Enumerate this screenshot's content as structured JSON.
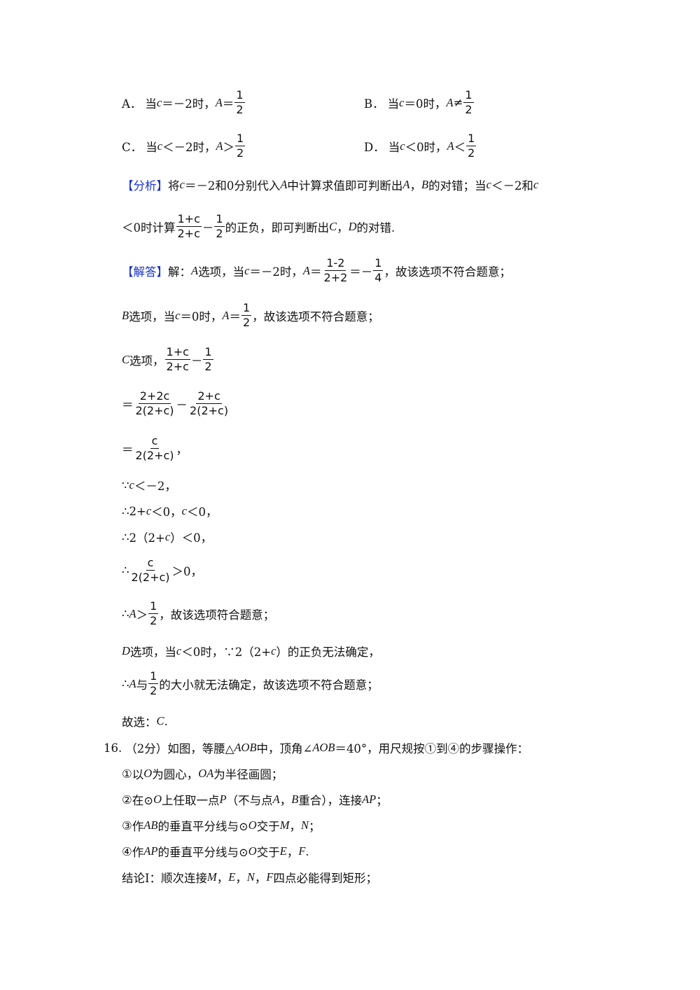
{
  "options": {
    "A": {
      "label": "A．",
      "pre": "当",
      "var": "c",
      "cond": "＝－2时，",
      "lhs": "A",
      "rel": "＝",
      "num": "1",
      "den": "2"
    },
    "B": {
      "label": "B．",
      "pre": "当",
      "var": "c",
      "cond": "＝0时，",
      "lhs": "A",
      "rel": "≠",
      "num": "1",
      "den": "2"
    },
    "C": {
      "label": "C．",
      "pre": "当",
      "var": "c",
      "cond": "＜－2时，",
      "lhs": "A",
      "rel": "＞",
      "num": "1",
      "den": "2"
    },
    "D": {
      "label": "D．",
      "pre": "当",
      "var": "c",
      "cond": "＜0时，",
      "lhs": "A",
      "rel": "＜",
      "num": "1",
      "den": "2"
    }
  },
  "analysis": {
    "tag": "【分析】",
    "line1": {
      "t1": "将",
      "v1": "c",
      "t2": "＝－2和0分别代入",
      "v2": "A",
      "t3": "中计算求值即可判断出",
      "v3": "A",
      "t4": "，",
      "v4": "B",
      "t5": "的对错；当",
      "v5": "c",
      "t6": "＜－2和",
      "v6": "c"
    },
    "line2": {
      "t1": "＜0时计算",
      "f1_num": "1+c",
      "f1_den": "2+c",
      "minus": "－",
      "f2_num": "1",
      "f2_den": "2",
      "t2": "的正负，即可判断出",
      "v1": "C",
      "t3": "，",
      "v2": "D",
      "t4": "的对错."
    }
  },
  "solution": {
    "tag": "【解答】",
    "lineA": {
      "t1": "解：",
      "v1": "A",
      "t2": "选项，当",
      "v2": "c",
      "t3": "＝－2时，",
      "v3": "A",
      "t4": "＝",
      "f1_num": "1-2",
      "f1_den": "2+2",
      "t5": "＝－",
      "f2_num": "1",
      "f2_den": "4",
      "t6": "，故该选项不符合题意；"
    },
    "lineB": {
      "v1": "B",
      "t1": "选项，当",
      "v2": "c",
      "t2": "＝0时，",
      "v3": "A",
      "t3": "＝",
      "f_num": "1",
      "f_den": "2",
      "t4": "，故该选项不符合题意；"
    },
    "lineC1": {
      "v1": "C",
      "t1": "选项，",
      "f1_num": "1+c",
      "f1_den": "2+c",
      "minus": "－",
      "f2_num": "1",
      "f2_den": "2"
    },
    "lineC2": {
      "eq": "＝",
      "f1_num": "2+2c",
      "f1_den": "2(2+c)",
      "minus": "－",
      "f2_num": "2+c",
      "f2_den": "2(2+c)"
    },
    "lineC3": {
      "eq": "＝",
      "f_num": "c",
      "f_den": "2(2+c)",
      "t1": "，"
    },
    "lineC4": {
      "sym": "∵",
      "v1": "c",
      "t1": "＜－2，"
    },
    "lineC5": {
      "sym": "∴",
      "t1": "2+",
      "v1": "c",
      "t2": "＜0，",
      "v2": "c",
      "t3": "＜0，"
    },
    "lineC6": {
      "sym": "∴",
      "t1": "2（2+",
      "v1": "c",
      "t2": "）＜0，"
    },
    "lineC7": {
      "sym": "∴",
      "f_num": "c",
      "f_den": "2(2+c)",
      "t1": "＞0，"
    },
    "lineC8": {
      "sym": "∴",
      "v1": "A",
      "t1": "＞",
      "f_num": "1",
      "f_den": "2",
      "t2": "，故该选项符合题意；"
    },
    "lineD1": {
      "v1": "D",
      "t1": "选项，当",
      "v2": "c",
      "t2": "＜0时，∵2（2+",
      "v3": "c",
      "t3": "）的正负无法确定，"
    },
    "lineD2": {
      "sym": "∴",
      "v1": "A",
      "t1": "与",
      "f_num": "1",
      "f_den": "2",
      "t2": "的大小就无法确定，故该选项不符合题意；"
    },
    "answer": {
      "t1": "故选：",
      "v1": "C",
      "t2": "."
    }
  },
  "question16": {
    "number": "16.",
    "score": "（2分）",
    "t1": "如图，等腰△",
    "v1": "AOB",
    "t2": "中，顶角∠",
    "v2": "AOB",
    "t3": "＝40°，用尺规按①到④的步骤操作：",
    "steps": [
      {
        "mark": "①",
        "t1": "以",
        "v1": "O",
        "t2": "为圆心，",
        "v2": "OA",
        "t3": "为半径画圆；"
      },
      {
        "mark": "②",
        "t1": "在⊙",
        "v1": "O",
        "t2": "上任取一点",
        "v2": "P",
        "t3": "（不与点",
        "v3": "A",
        "t4": "，",
        "v4": "B",
        "t5": "重合），连接",
        "v5": "AP",
        "t6": "；"
      },
      {
        "mark": "③",
        "t1": "作",
        "v1": "AB",
        "t2": "的垂直平分线与⊙",
        "v2": "O",
        "t3": "交于",
        "v3": "M",
        "t4": "，",
        "v4": "N",
        "t5": "；"
      },
      {
        "mark": "④",
        "t1": "作",
        "v1": "AP",
        "t2": "的垂直平分线与⊙",
        "v2": "O",
        "t3": "交于",
        "v3": "E",
        "t4": "，",
        "v4": "F",
        "t5": "."
      }
    ],
    "conclusion": {
      "t1": "结论Ⅰ：顺次连接",
      "v1": "M",
      "t2": "，",
      "v2": "E",
      "t3": "，",
      "v3": "N",
      "t4": "，",
      "v4": "F",
      "t5": "四点必能得到矩形；"
    }
  }
}
